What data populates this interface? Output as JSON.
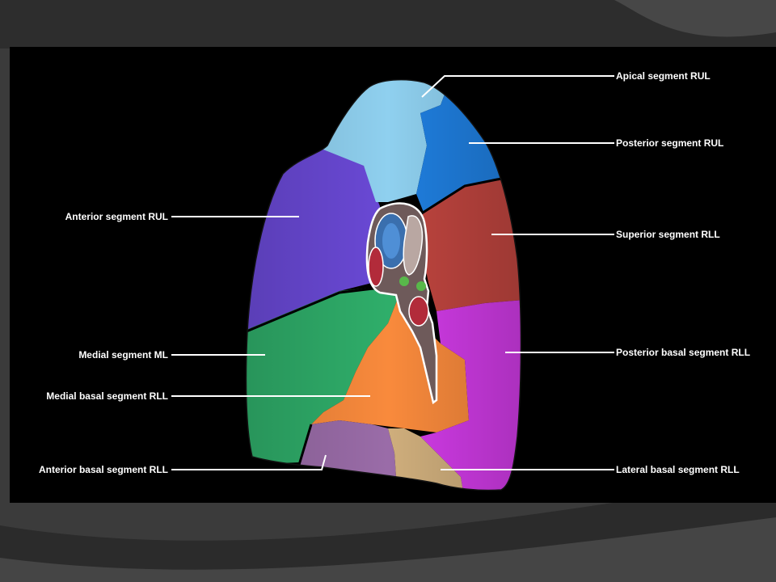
{
  "colors": {
    "slide_background": "#3a3a3a",
    "panel_background": "#000000",
    "label_text": "#ffffff",
    "leader_line": "#ffffff",
    "apical_rul": "#8fd0ef",
    "posterior_rul": "#1f7fe0",
    "anterior_rul": "#6a49d6",
    "superior_rll": "#c0453f",
    "medial_ml": "#2fae6a",
    "medial_basal_rll": "#f98a3c",
    "posterior_basal_rll": "#d23be8",
    "anterior_basal_rll": "#9a6ca8",
    "lateral_basal_rll": "#cfae7c"
  },
  "labels": {
    "apical_rul": "Apical segment RUL",
    "posterior_rul": "Posterior segment RUL",
    "anterior_rul": "Anterior segment RUL",
    "superior_rll": "Superior segment RLL",
    "medial_ml": "Medial segment ML",
    "posterior_basal_rll": "Posterior basal segment RLL",
    "medial_basal_rll": "Medial basal segment RLL",
    "anterior_basal_rll": "Anterior basal segment RLL",
    "lateral_basal_rll": "Lateral basal segment RLL"
  }
}
